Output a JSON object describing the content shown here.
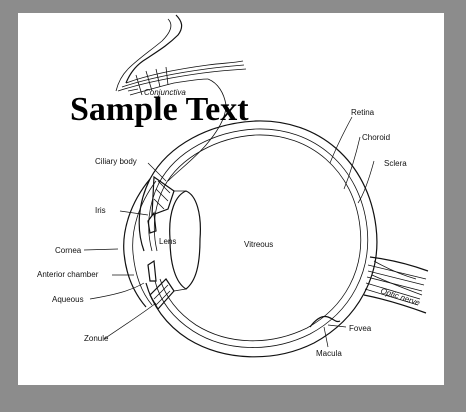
{
  "diagram": {
    "watermark": "Sample Text",
    "labels": {
      "conjunctiva": "Conjunctiva",
      "retina": "Retina",
      "choroid": "Choroid",
      "sclera": "Sclera",
      "ciliary_body": "Ciliary body",
      "iris": "Iris",
      "lens": "Lens",
      "vitreous": "Vitreous",
      "cornea": "Cornea",
      "anterior_chamber": "Anterior chamber",
      "aqueous": "Aqueous",
      "optic_nerve": "Optic nerve",
      "fovea": "Fovea",
      "macula": "Macula",
      "zonule": "Zonule"
    }
  }
}
